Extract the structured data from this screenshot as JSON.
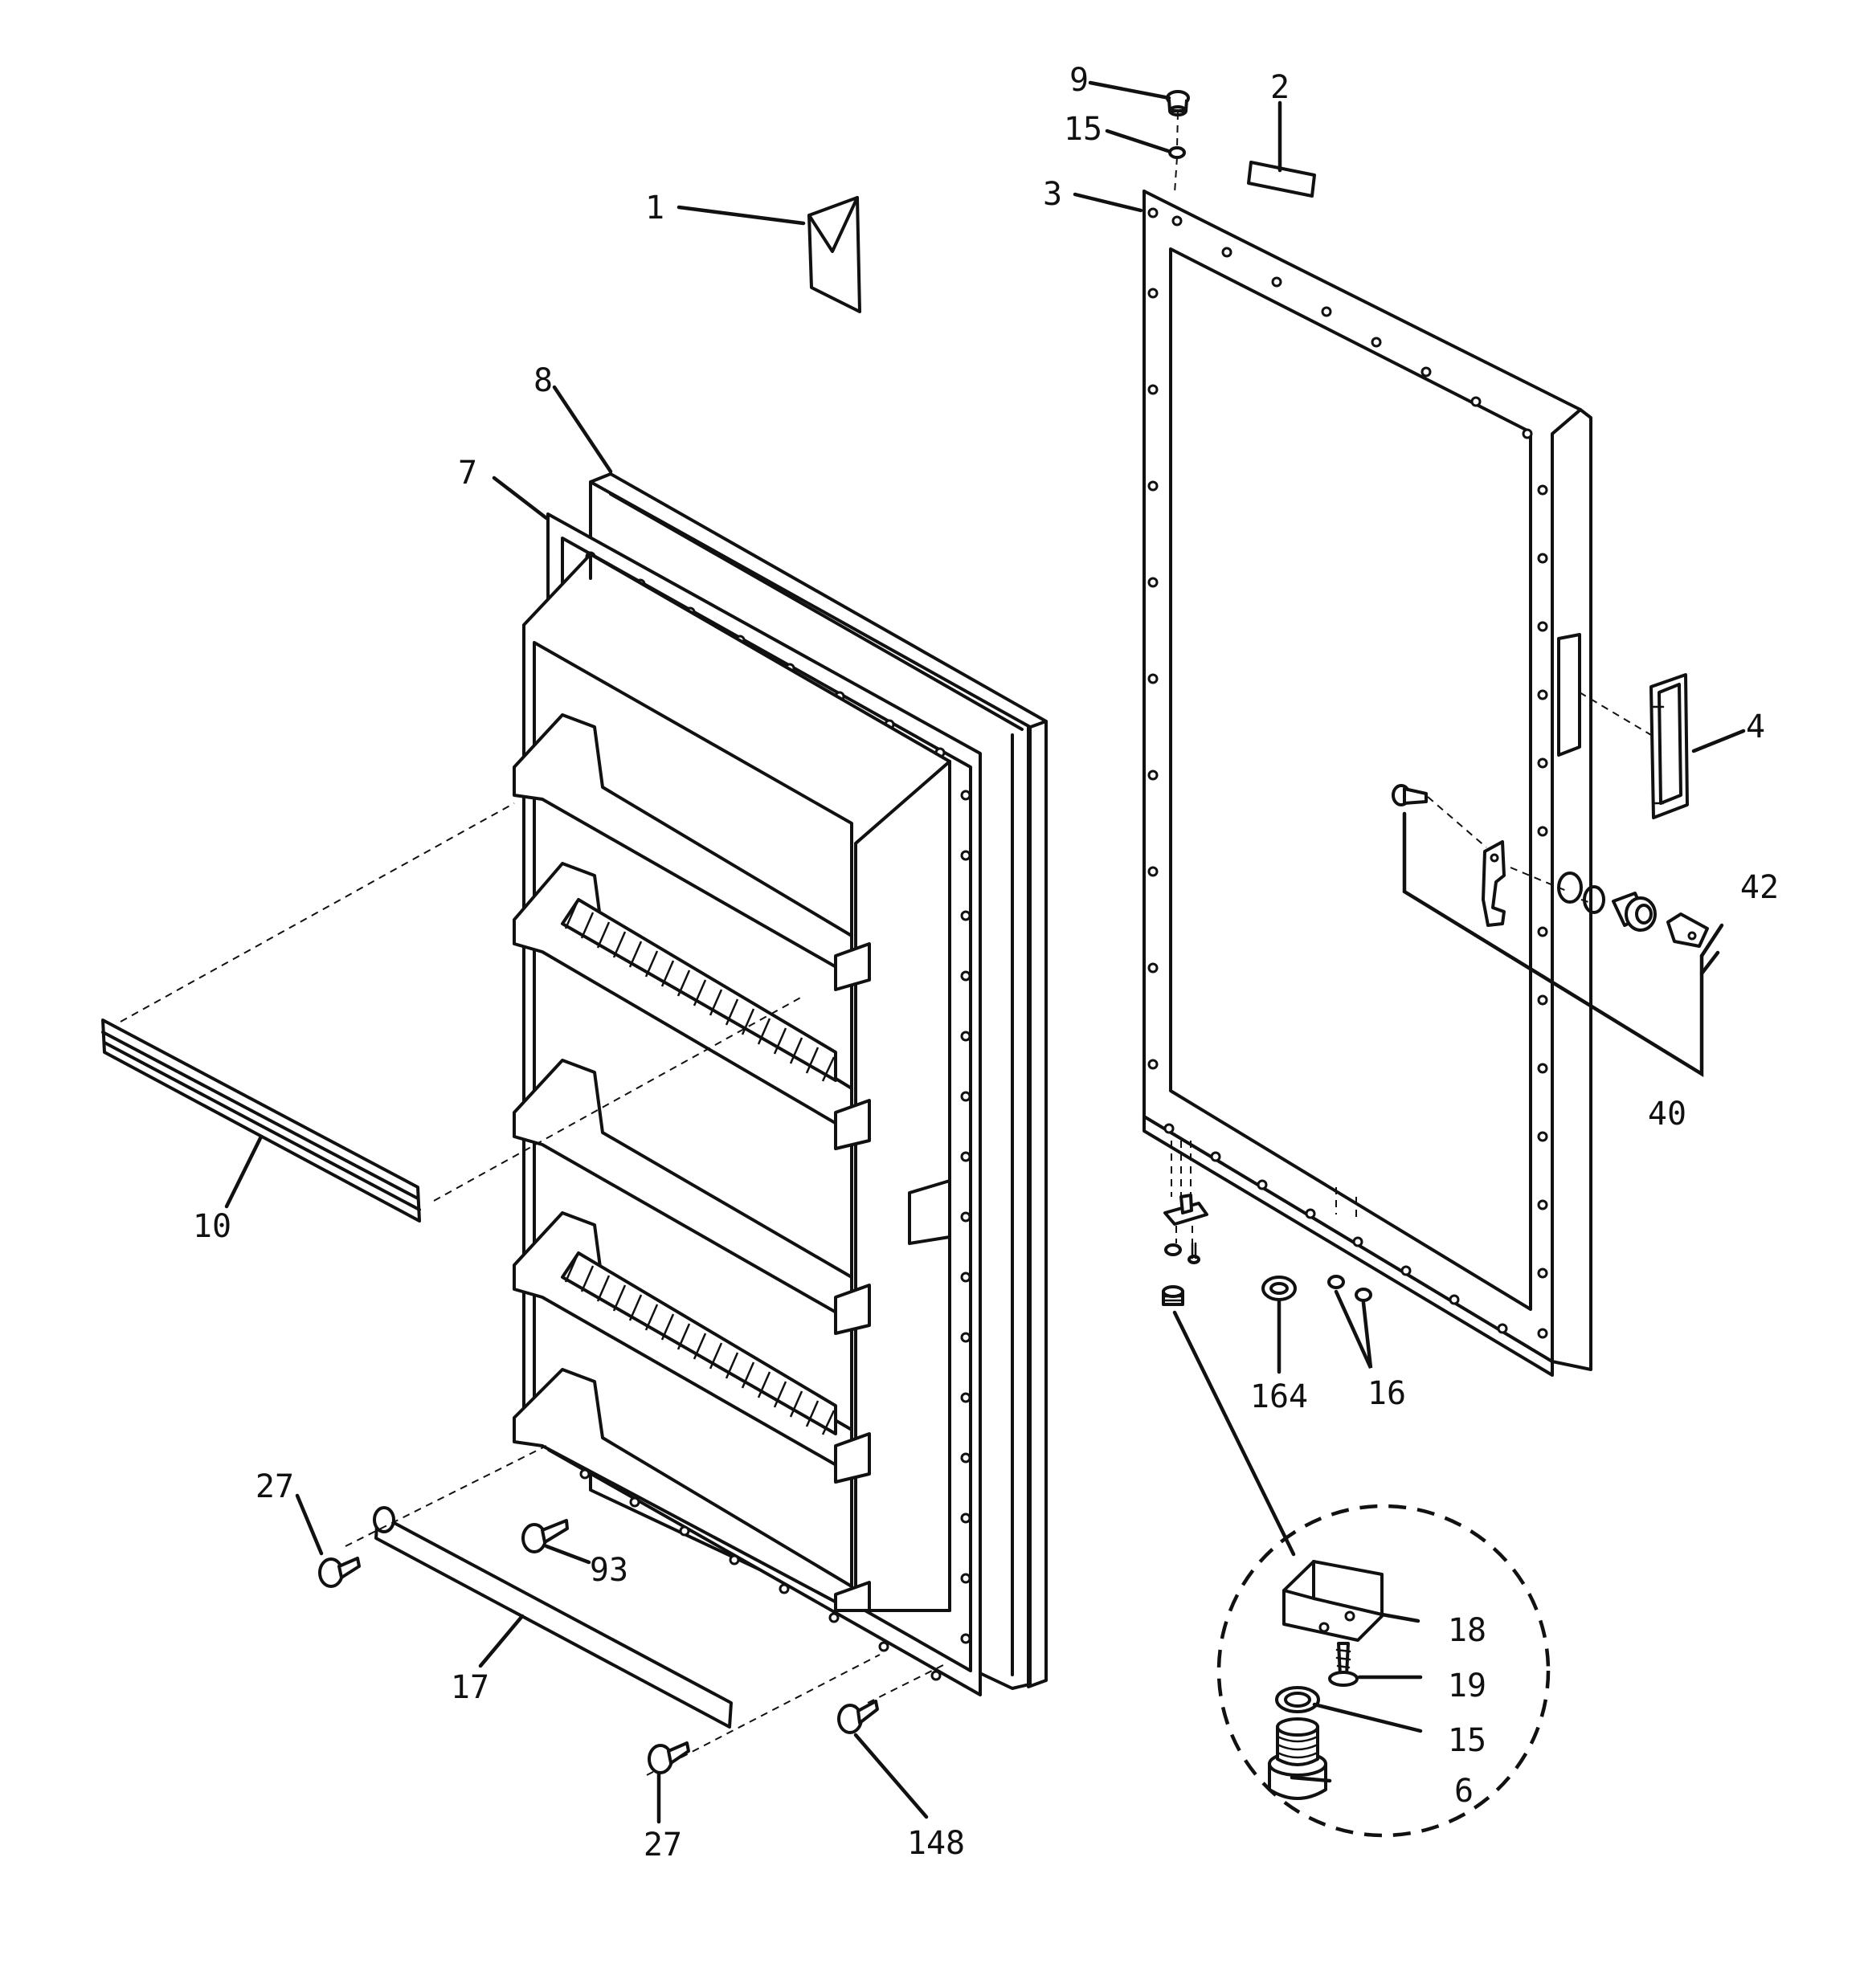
{
  "diagram": {
    "callouts": [
      {
        "id": "c1",
        "text": "1"
      },
      {
        "id": "c2",
        "text": "2"
      },
      {
        "id": "c3",
        "text": "3"
      },
      {
        "id": "c4",
        "text": "4"
      },
      {
        "id": "c6",
        "text": "6"
      },
      {
        "id": "c7",
        "text": "7"
      },
      {
        "id": "c8",
        "text": "8"
      },
      {
        "id": "c9",
        "text": "9"
      },
      {
        "id": "c10",
        "text": "10"
      },
      {
        "id": "c15a",
        "text": "15"
      },
      {
        "id": "c15b",
        "text": "15"
      },
      {
        "id": "c16",
        "text": "16"
      },
      {
        "id": "c17",
        "text": "17"
      },
      {
        "id": "c18",
        "text": "18"
      },
      {
        "id": "c19",
        "text": "19"
      },
      {
        "id": "c27a",
        "text": "27"
      },
      {
        "id": "c27b",
        "text": "27"
      },
      {
        "id": "c40",
        "text": "40"
      },
      {
        "id": "c42",
        "text": "42"
      },
      {
        "id": "c93",
        "text": "93"
      },
      {
        "id": "c148",
        "text": "148"
      },
      {
        "id": "c164",
        "text": "164"
      }
    ]
  }
}
